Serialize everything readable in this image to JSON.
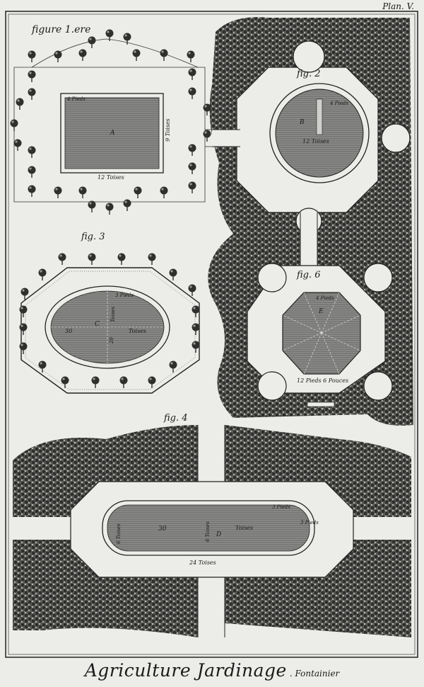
{
  "plate": {
    "plate_number": "Plan. V.",
    "title": "Agriculture Jardinage",
    "subtitle": ". Fontainier"
  },
  "figures": {
    "fig1": {
      "label": "figure 1.ere",
      "basin": "A",
      "top_dim": "4 Pieds",
      "side_dim": "9 Toises",
      "bottom_dim": "12 Toises"
    },
    "fig2": {
      "label": "fig. 2",
      "basin": "B",
      "top_dim": "4 Pieds",
      "bottom_dim": "12 Toises"
    },
    "fig3": {
      "label": "fig. 3",
      "basin": "C",
      "top_dim": "3 Pieds",
      "num": "30",
      "num2": "20",
      "width_dim": "Toises",
      "height_dim": "Toises"
    },
    "fig4": {
      "label": "fig. 4",
      "basin": "D",
      "top_dim": "3 Pieds",
      "left_dim": "6 Toises",
      "num": "30",
      "mid_dim": "6 Toises",
      "inner_dim": "Toises",
      "right_dim": "3 Pieds",
      "bottom_dim": "24 Toises"
    },
    "fig6": {
      "label": "fig. 6",
      "basin": "E",
      "top_dim": "4 Pieds",
      "bottom_dim": "12 Pieds 6 Pouces"
    }
  },
  "colors": {
    "paper": "#ecece9",
    "ink": "#1a1a1a",
    "water": "#8f8f8d",
    "foliage": "#3b3b38"
  }
}
